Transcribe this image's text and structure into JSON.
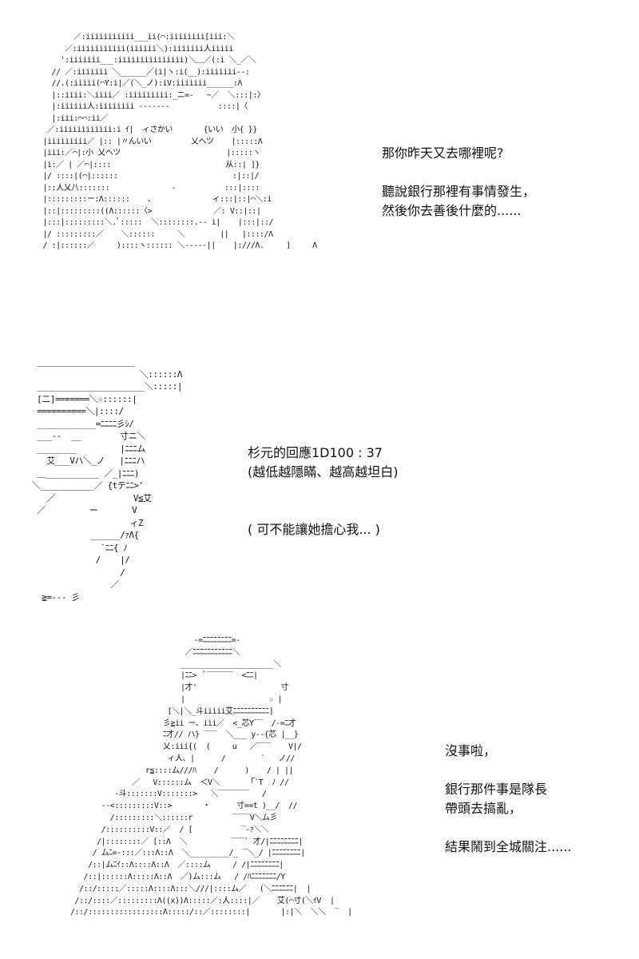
{
  "panels": [
    {
      "art": "        ／:iiiiiiiiiii___ii(⌒:iiiiiiii[iii:＼\n      ／:iiiiiiiiiii(iiiiii＼):iiiiiii人iiiii\n     ':iiiiiii___:iiiiiiiiiiiiiii)＼＿／(:i ＼_／＼\n   // ／:iiiiiii ＼______／(i|ヽ:i(__):iiiiiii--:\n   //.(:iiiii(⌒Y:i|／(＼_ノ):iV:iiiiiii______:Λ\n   |::iiii:＼iiii／ :iiiiiiiii:_ニ=-   ~／  ＼:::|:〉\n   |:iiiiii人:iiiiiiii -------           ::::|〈\n   |:iii:⌒⌒:ii／                         \n  ／:iiiiiiiiiiii:i ｲ|  ィさかい       {いい  小{ }}\n |iiiiiiiii／ |:: |〃んいい         乂ヘツ    |:::::Λ\n |iii:／⌒|:小 乂ヘツ                        |:::::ヽ\n |i:／ | ／⌒|::::                          从::| ]}\n |/ ::::|(⌒|::::::                          :|::|/\n |::人乂八:::::::              -           :::|::::\n |:::::::::ー:Λ::::::    、             ィ:::|::|⌒＼:i\n |::|:::::::::((Λ::::::〈>              ／: V::|::|\n |:::|:::::::::＼.ﾟ:::::  ＼::::::::.-- i|    |:::|::/\n |/ :::::::::／    ＼::::::     ＼        ||   |::::/Λ\n / :|::::::／     )::::ヽ:::::: ＼-----||    |:///Λ.     ]     Λ",
      "lines": [
        "那你昨天又去哪裡呢?",
        "",
        "聽說銀行那裡有事情發生，",
        "然後你去善後什麼的......"
      ]
    },
    {
      "art": " ____________________\n                      ＼::::::Λ\n ______________________＼:::::|\n [二]=======＼☆::::::|\n ==========＼|::::/\n ____________=ﾆﾆﾆﾆ彡ｼ/\n ___--  __        寸ニ＼\n ________         |ﾆﾆﾆム\n   艾___Vハ＼_ノ   |ﾆﾆﾆハ\n ＿___________ ／_|ﾆﾆﾆ)\n＼___________／ {tテﾆﾆ>'\n   ／                V≦艾\n ／         ー       V\n                    ィZ\n            ______/ｧΛ{\n              `ﾆﾆ{ ﾉ\n             /    |/\n                  /\n                ／\n  ≧=--- 彡",
      "lines": [
        "杉元的回應1D100 : 37",
        "(越低越隱瞞、越高越坦白)",
        "",
        "",
        "( 可不能讓她擔心我... )"
      ]
    },
    {
      "art": "                            -=ﾆﾆﾆﾆﾆﾆﾆﾆ=-\n                          ／ﾆﾆﾆﾆﾆﾆﾆﾆﾆﾆﾆ＼\n                         _____________________＼\n                         |ﾆﾆ>  ﾞ‾‾‾‾‾‾  <ﾆﾆ|\n                         |才'                   寸\n                         |                   ☆ |\n                      [＼|＼_斗iiiii艾ﾆﾆﾆﾆﾆﾆﾆﾆﾆﾆ]\n                     彡≧ii ー、iii／  <_芯Y‾‾  /-=ﾆ才\n                     ﾆ才// ハ} ‾‾‾  ＼___ y--{芯 |__}\n                     乂:iii{(  (     u   ／‾‾‾    V|/\n                      ィ人、|      /        `   ノ//\n                 r≦::::ム///ﾊ    /      )    / | ||\n              ／   V::::::ム  ＜V＼       ｢`T  ﾉ //\n          -斗:::::::V:::::::>   ＼‾‾‾‾‾‾‾   /\n       --<:::::::::V::>       ・      寸==t )__/  //\n         /:::::::::＼::::::r         ‾‾‾‾V＼ム彡\n       /::::::::::V::／  / [           ‾-ｧ＼＼\n      /|::::::::／ [::Λ  ＼          ‾‾‾` 才/|ﾆﾆﾆﾆﾆﾆﾆﾆ|\n     / ムﾆ=-:::／:::Λ::Λ  ＼_________/_ ‾＼_/ |ﾆﾆﾆﾆﾆﾆﾆﾆ|\n    /::|ムﾆｲ::Λ::::Λ::Λ  ／::::ム     / /|ﾆﾆﾆﾆﾆﾆﾆﾆ|\n   /::|::::::Λ:::::Λ::Λ  ／)ム:::ム   / /ﾊﾆﾆﾆﾆﾆﾆﾆ/Y\n  /::/:::::／:::::Λ::::Λ:::＼///|::::ム／   (＼ﾆﾆﾆﾆﾆﾆ|  |\n /::/::::／:::::::::Λ((x))Λ:::::／:人::::|／    艾(⌒寸(＼ｲV  |\n/::/:::::::::::::::::Λ:::::/::／::::::::|       |:|＼  ＼＼  ‾  |",
      "lines": [
        "沒事啦，",
        "",
        "銀行那件事是隊長",
        "帶頭去搞亂，",
        "",
        "結果鬧到全城關注......"
      ]
    }
  ]
}
